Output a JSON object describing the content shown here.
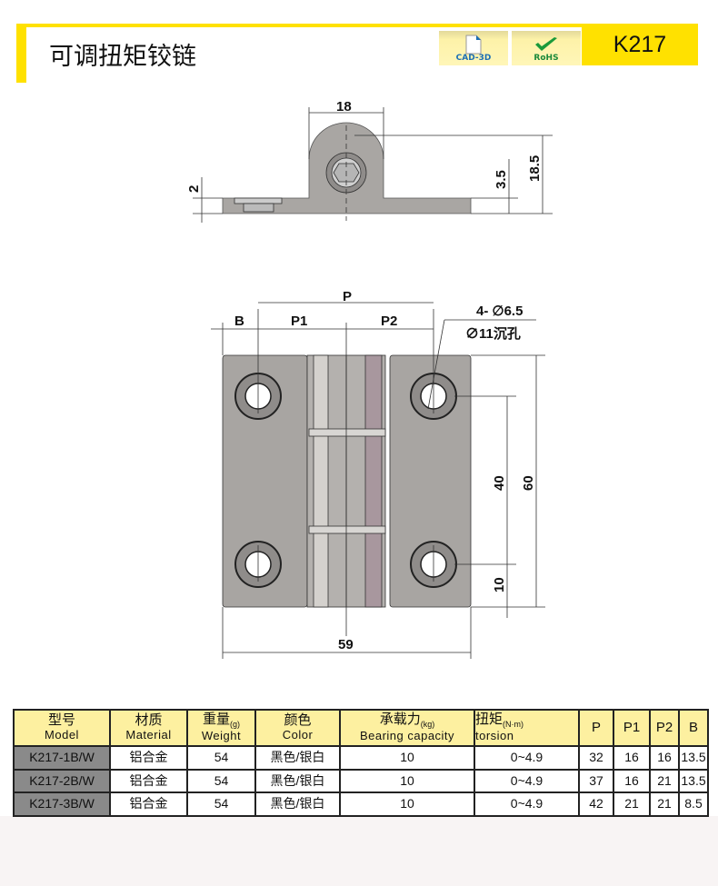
{
  "header": {
    "title": "可调扭矩铰链",
    "model": "K217",
    "badges": [
      {
        "label": "CAD-3D",
        "icon": "document-icon"
      },
      {
        "label": "RoHS",
        "icon": "checkmark-icon"
      }
    ]
  },
  "drawing": {
    "side_dims": [
      "18",
      "18.5",
      "3.5",
      "2"
    ],
    "front_dims": {
      "P": "P",
      "P1": "P1",
      "P2": "P2",
      "B": "B",
      "hole": "4- ∅6.5",
      "counterbore": "∅11沉孔",
      "height40": "40",
      "height60": "60",
      "height10": "10",
      "width59": "59"
    }
  },
  "table": {
    "headers": [
      {
        "cn": "型号",
        "en": "Model"
      },
      {
        "cn": "材质",
        "en": "Material"
      },
      {
        "cn": "重量",
        "unit": "(g)",
        "en": "Weight"
      },
      {
        "cn": "颜色",
        "en": "Color"
      },
      {
        "cn": "承载力",
        "unit": "(kg)",
        "en": "Bearing capacity"
      },
      {
        "cn": "扭矩",
        "unit": "(N·m)",
        "en": "torsion"
      },
      {
        "cn": "P"
      },
      {
        "cn": "P1"
      },
      {
        "cn": "P2"
      },
      {
        "cn": "B"
      }
    ],
    "rows": [
      [
        "K217-1B/W",
        "铝合金",
        "54",
        "黑色/银白",
        "10",
        "0~4.9",
        "32",
        "16",
        "16",
        "13.5"
      ],
      [
        "K217-2B/W",
        "铝合金",
        "54",
        "黑色/银白",
        "10",
        "0~4.9",
        "37",
        "16",
        "21",
        "13.5"
      ],
      [
        "K217-3B/W",
        "铝合金",
        "54",
        "黑色/银白",
        "10",
        "0~4.9",
        "42",
        "21",
        "21",
        "8.5"
      ]
    ]
  }
}
